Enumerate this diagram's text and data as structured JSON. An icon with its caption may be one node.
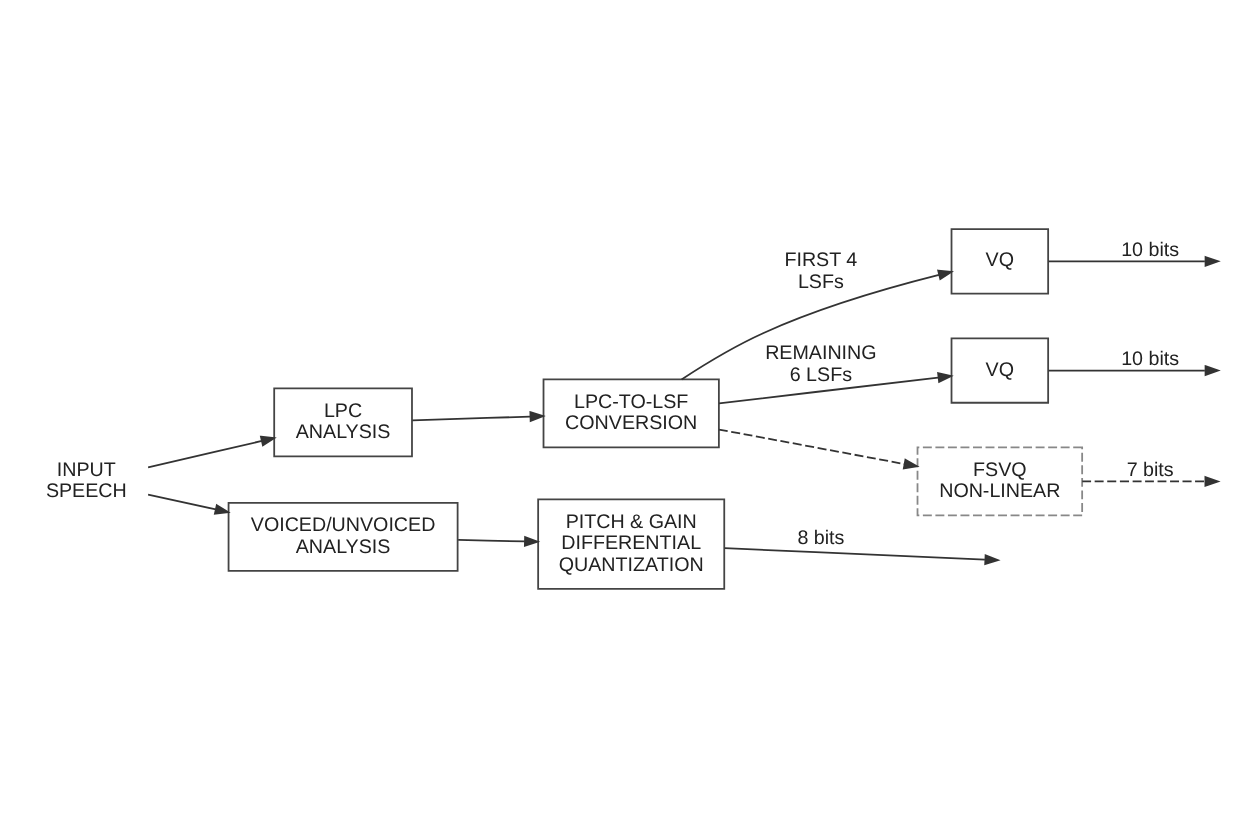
{
  "diagram": {
    "nodes": [
      {
        "text": [
          "INPUT SPEECH"
        ]
      },
      {
        "text": [
          "LPC ANALYSIS"
        ]
      },
      {
        "text": [
          "LPC-TO-LSF CONVERSION"
        ]
      },
      {
        "text": [
          "VQ"
        ]
      },
      {
        "text": [
          "VQ"
        ]
      },
      {
        "text": [
          "FSVQ NON-LINEAR"
        ]
      },
      {
        "text": [
          "VOICED/UNVOICED ANALYSIS"
        ]
      },
      {
        "text": [
          "PITCH & GAIN DIFFERENTIAL QUANTIZATION"
        ]
      }
    ],
    "edges": [
      {
        "from": 0,
        "to": 1,
        "arrow": "to"
      },
      {
        "from": 0,
        "to": 6,
        "arrow": "to"
      },
      {
        "from": 1,
        "to": 2,
        "arrow": "to"
      },
      {
        "from": 2,
        "to": 3,
        "arrow": "to",
        "label": "FIRST 4 LSFs"
      },
      {
        "from": 2,
        "to": 4,
        "arrow": "to",
        "label": "REMAINING 6 LSFs"
      },
      {
        "from": 2,
        "to": 5,
        "arrow": "to",
        "style": "dashed"
      },
      {
        "from": 6,
        "to": 7,
        "arrow": "to"
      },
      {
        "from": 3,
        "to": null,
        "arrow": "to",
        "label": "10 bits"
      },
      {
        "from": 4,
        "to": null,
        "arrow": "to",
        "label": "10 bits"
      },
      {
        "from": 5,
        "to": null,
        "arrow": "to",
        "label": "7 bits",
        "style": "dashed"
      },
      {
        "from": 7,
        "to": null,
        "arrow": "to",
        "label": "8 bits"
      }
    ]
  }
}
